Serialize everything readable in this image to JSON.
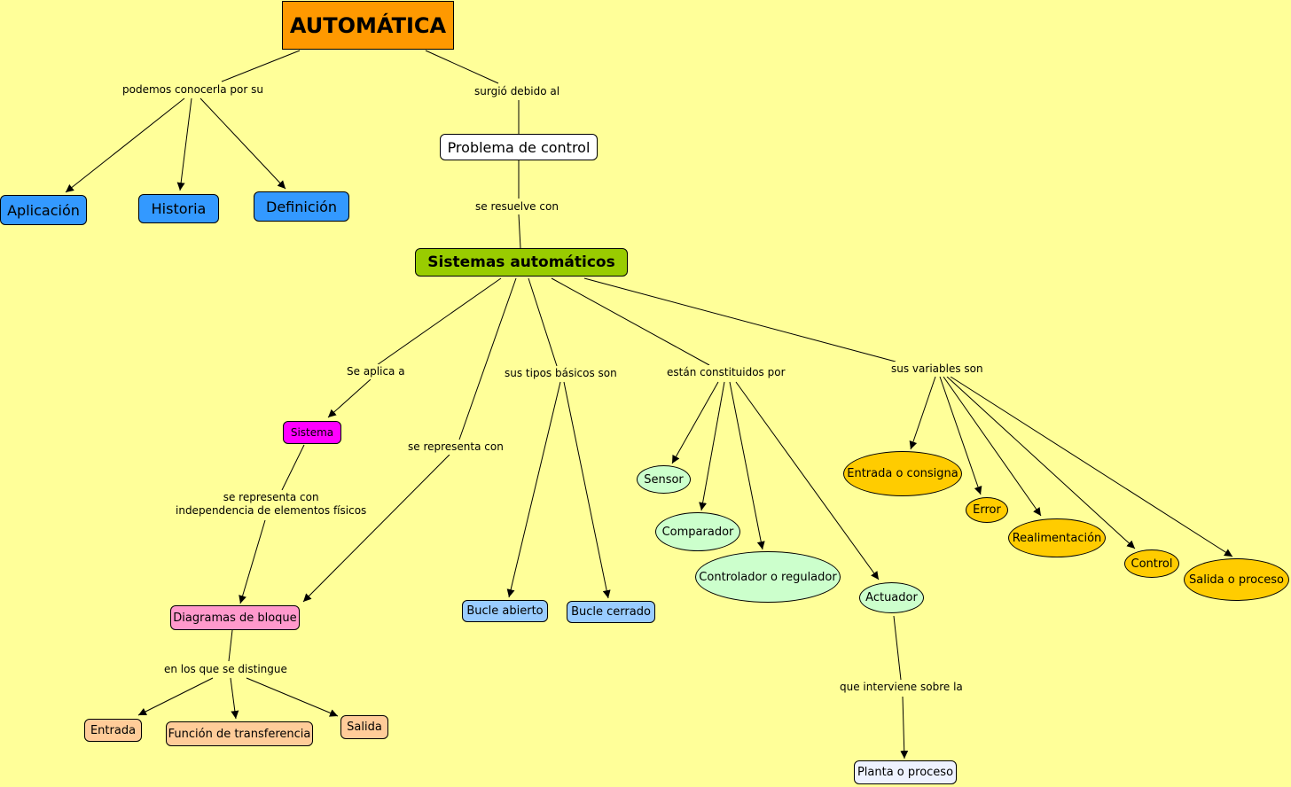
{
  "colors": {
    "background": "#ffff99",
    "main_title": "#ff9900",
    "blue_concept": "#3399ff",
    "central": "#99cc00",
    "magenta": "#ff00ff",
    "pink": "#ff99cc",
    "peach": "#ffcc99",
    "light_blue": "#99ccff",
    "mint": "#ccffcc",
    "amber": "#ffcc00",
    "white": "#ffffff",
    "lavender": "#eef2ff"
  },
  "concepts": {
    "automatica": "AUTOMÁTICA",
    "aplicacion": "Aplicación",
    "historia": "Historia",
    "definicion": "Definición",
    "problema_control": "Problema de control",
    "sistemas_automaticos": "Sistemas automáticos",
    "sistema": "Sistema",
    "diagramas_bloque": "Diagramas de bloque",
    "entrada": "Entrada",
    "funcion_transferencia": "Función de transferencia",
    "salida": "Salida",
    "bucle_abierto": "Bucle abierto",
    "bucle_cerrado": "Bucle cerrado",
    "sensor": "Sensor",
    "comparador": "Comparador",
    "controlador": "Controlador o regulador",
    "actuador": "Actuador",
    "planta": "Planta o proceso",
    "entrada_consigna": "Entrada o consigna",
    "error": "Error",
    "realimentacion": "Realimentación",
    "control": "Control",
    "salida_proceso": "Salida o proceso"
  },
  "links": {
    "podemos_conocerla": "podemos conocerla por su",
    "surgio_debido": "surgió debido al",
    "se_resuelve": "se resuelve con",
    "se_aplica": "Se aplica a",
    "se_representa_1": "se representa con",
    "se_representa_2": "independencia de elementos físicos",
    "se_representa_con": "se representa con",
    "sus_tipos": "sus tipos básicos son",
    "constituidos": "están constituidos por",
    "variables": "sus variables son",
    "distingue": "en los que se distingue",
    "interviene": "que interviene sobre la"
  }
}
